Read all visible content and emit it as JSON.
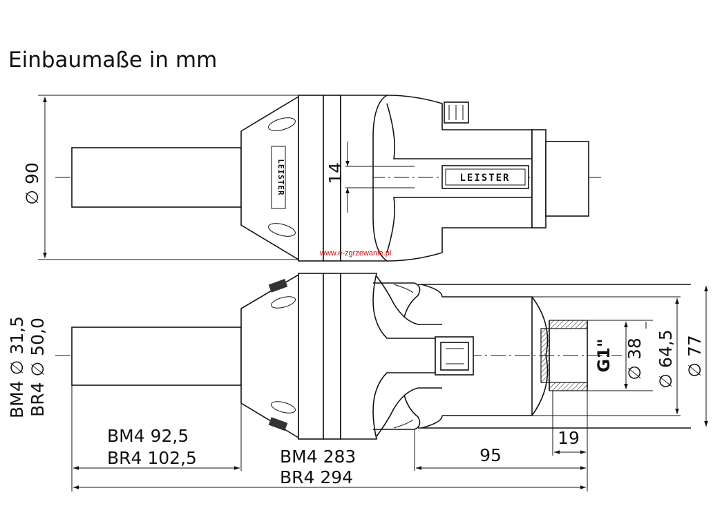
{
  "title": "Einbaumaße in mm",
  "watermark": "www.e-zgrzewanie.pl",
  "brand_label": "LEISTER",
  "top_view": {
    "diameter_label": "∅ 90",
    "width_label": "14"
  },
  "bottom_view": {
    "left_dia_line1": "BM4 ∅ 31,5",
    "left_dia_line2": "BR4 ∅ 50,0",
    "tube_len_line1": "BM4 92,5",
    "tube_len_line2": "BR4  102,5",
    "total_len_line1": "BM4 283",
    "total_len_line2": "BR4  294",
    "nozzle_len": "95",
    "thread_len": "19",
    "thread_label": "G1\"",
    "dia_38": "∅ 38",
    "dia_64": "∅ 64,5",
    "dia_77": "∅ 77"
  }
}
